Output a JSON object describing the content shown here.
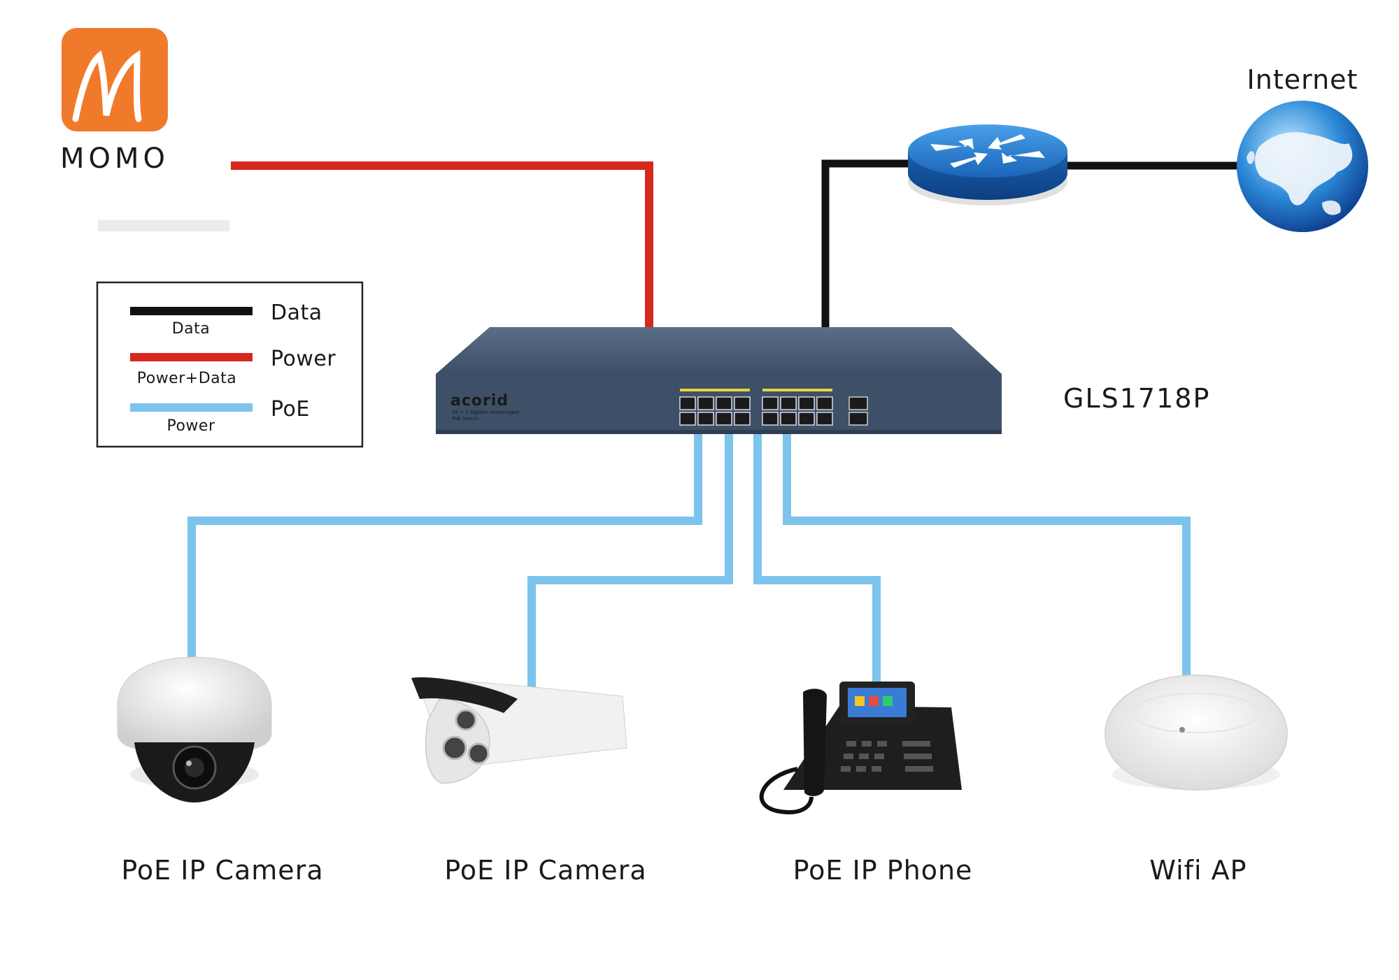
{
  "logo": {
    "text": "MOMO"
  },
  "legend": {
    "items": [
      {
        "label": "Data",
        "sublabel": "Data",
        "color": "#111111"
      },
      {
        "label": "Power",
        "sublabel": "Power+Data",
        "color": "#d7281f"
      },
      {
        "label": "PoE",
        "sublabel": "Power",
        "color": "#7cc4ec"
      }
    ]
  },
  "switch": {
    "model": "GLS1718P",
    "brand": "acorid",
    "subtitle": "16 + 2 Gigabit Unmanaged",
    "subtitle2": "PoE Switch",
    "color": "#3e5068"
  },
  "internet": {
    "label": "Internet"
  },
  "router": {
    "color": "#1e6fc0"
  },
  "devices": [
    {
      "label": "PoE IP Camera",
      "icon": "dome-camera-icon"
    },
    {
      "label": "PoE IP Camera",
      "icon": "bullet-camera-icon"
    },
    {
      "label": "PoE IP Phone",
      "icon": "ip-phone-icon"
    },
    {
      "label": "Wifi AP",
      "icon": "wifi-ap-icon"
    }
  ],
  "colors": {
    "data_line": "#111111",
    "power_line": "#d7281f",
    "poe_line": "#7cc4ec",
    "logo_orange": "#f07a2a"
  }
}
